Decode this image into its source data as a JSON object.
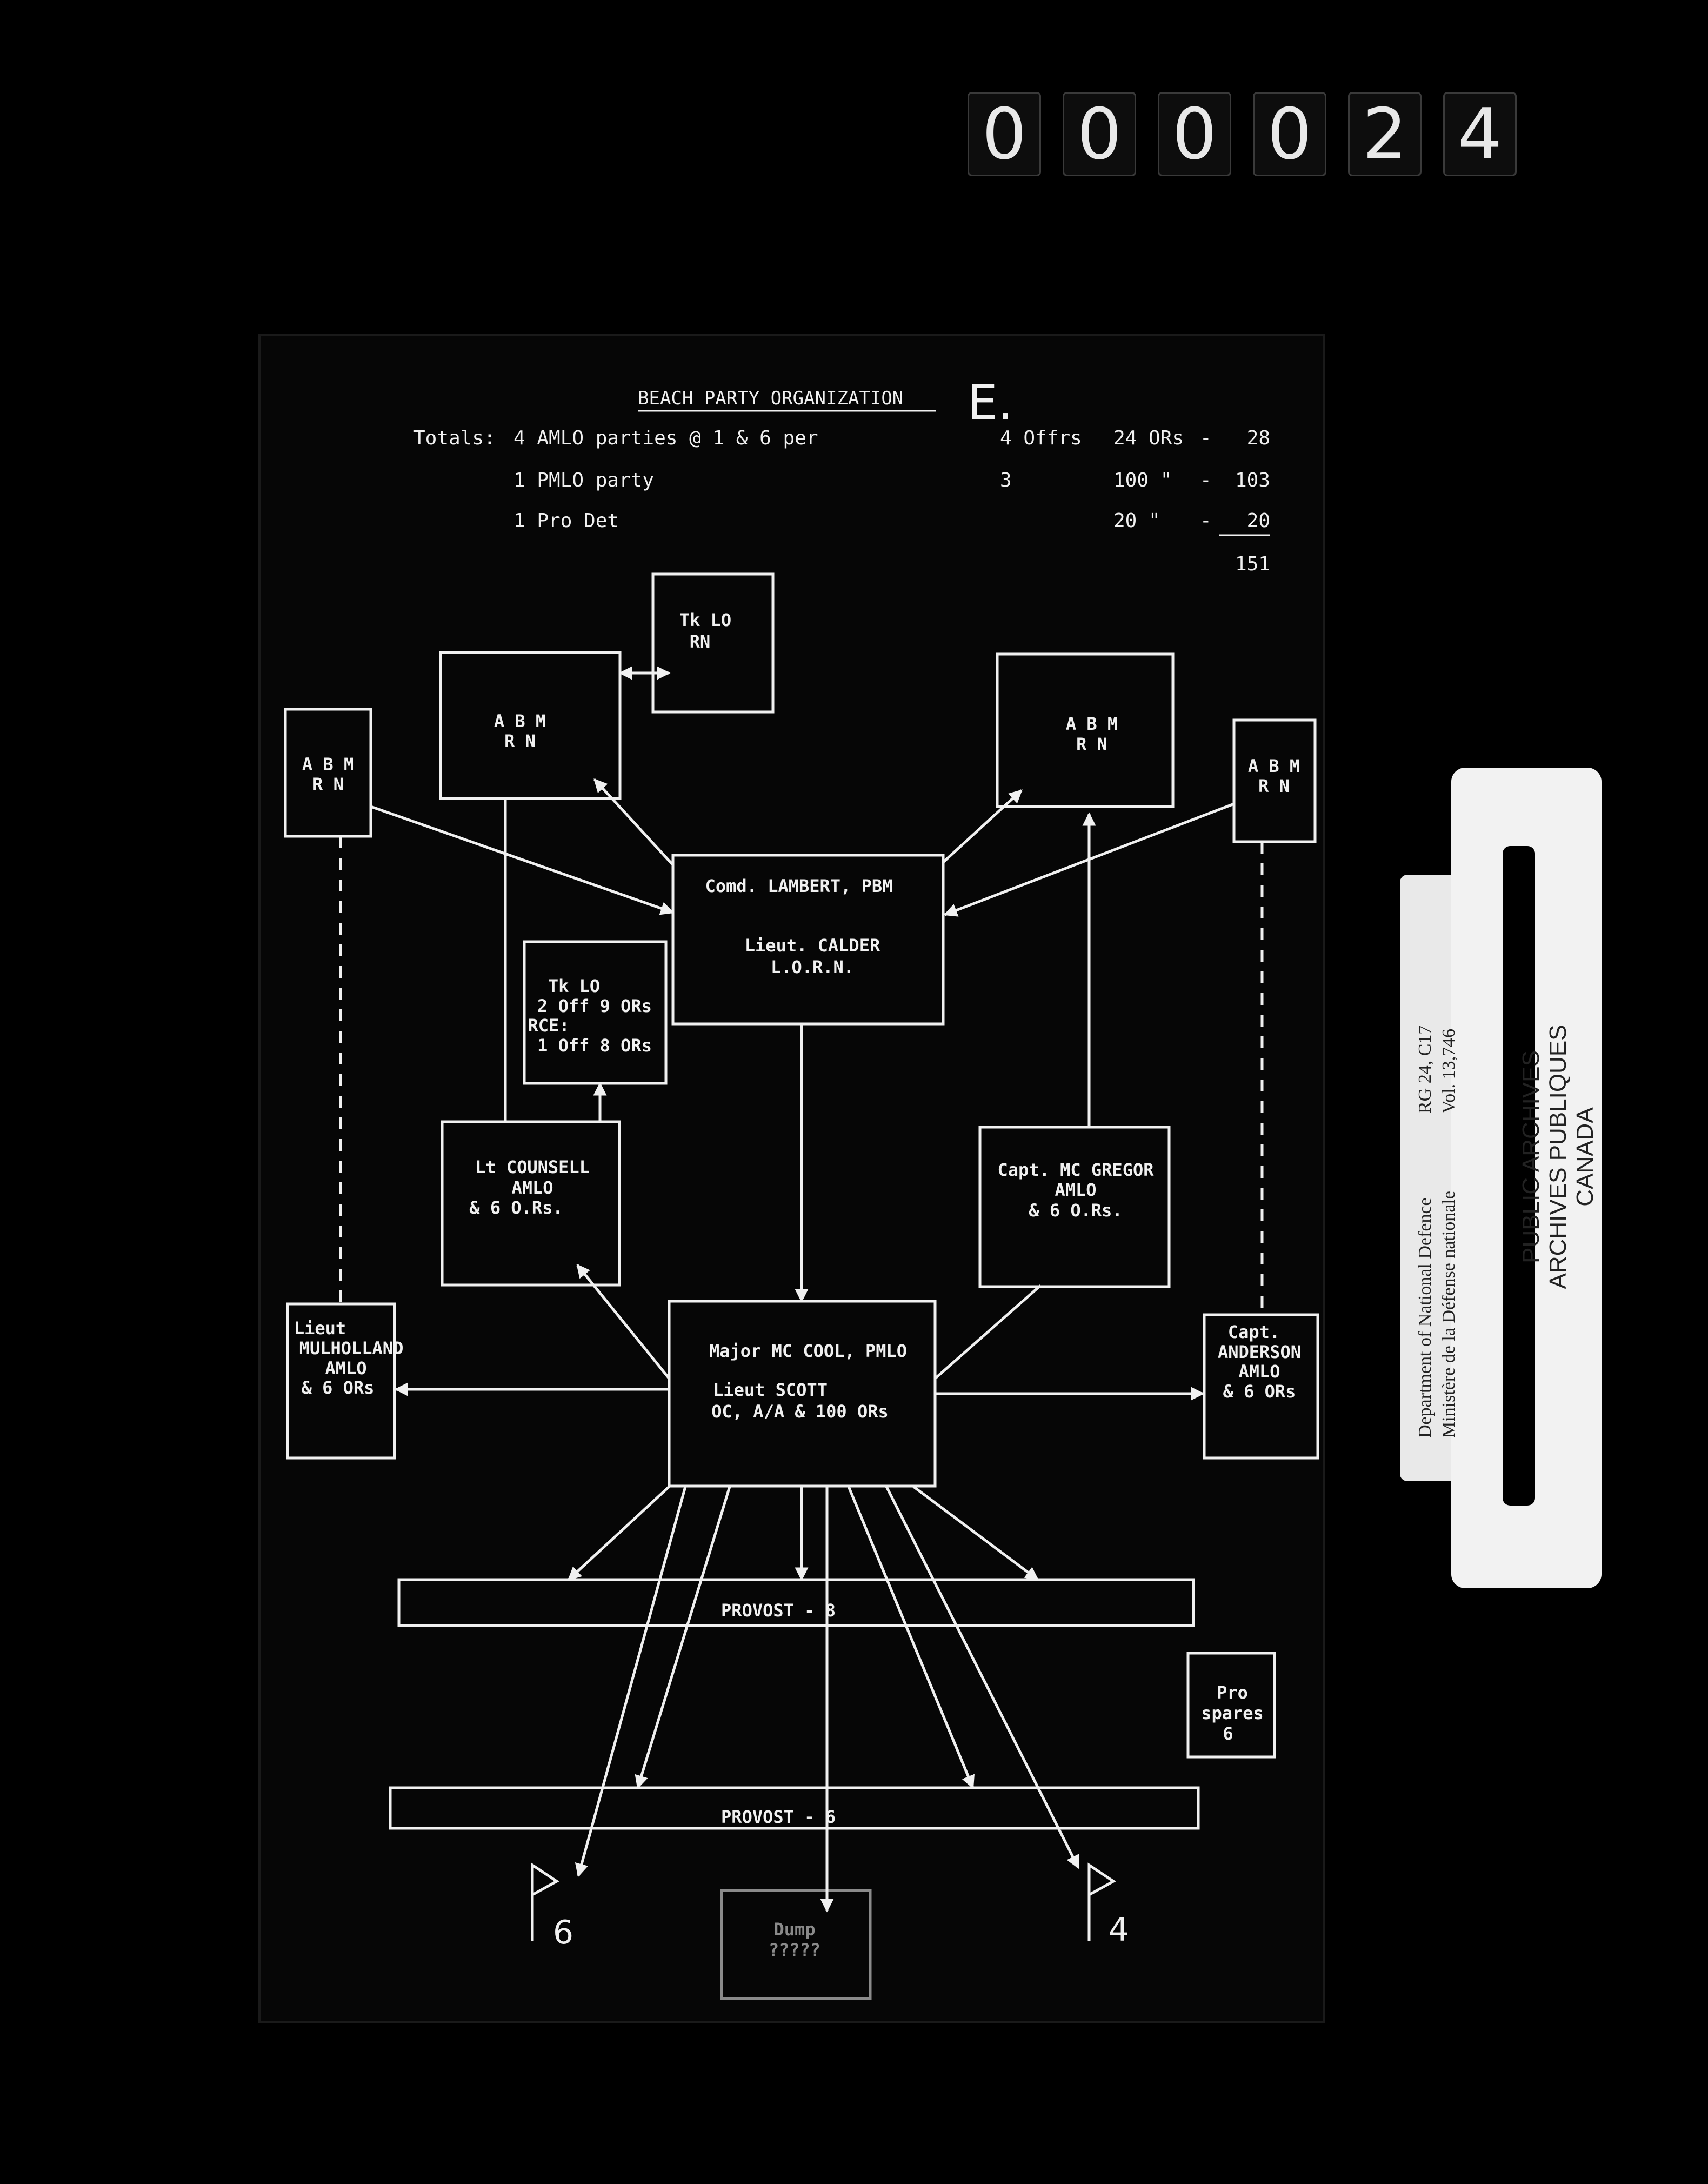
{
  "frame_number": {
    "digits": [
      "0",
      "0",
      "0",
      "0",
      "2",
      "4"
    ]
  },
  "document": {
    "title": "BEACH PARTY ORGANIZATION",
    "annex_mark": "E.",
    "totals": {
      "label": "Totals:",
      "rows": [
        {
          "desc": "4 AMLO parties @ 1 & 6 per",
          "offrs": "4 Offrs",
          "ors": "24 ORs",
          "dash": "-",
          "total": "28"
        },
        {
          "desc": "1 PMLO party",
          "offrs": "3",
          "ors": "100 \"",
          "dash": "-",
          "total": "103"
        },
        {
          "desc": "1 Pro Det",
          "offrs": "",
          "ors": "20 \"",
          "dash": "-",
          "total": "20"
        }
      ],
      "grand_total": "151"
    },
    "nodes": {
      "tk_lo_top": [
        "Tk LO",
        "RN"
      ],
      "abm_left_outer": [
        "A B M",
        "R N"
      ],
      "abm_left": [
        "A B M",
        "R N"
      ],
      "abm_right": [
        "A B M",
        "R N"
      ],
      "abm_right_outer": [
        "A B M",
        "R N"
      ],
      "comd": [
        "Comd. LAMBERT, PBM",
        "",
        "Lieut. CALDER",
        "L.O.R.N."
      ],
      "tk_lo_mid": [
        "Tk LO",
        "2 Off 9 ORs",
        "RCE:",
        "1 Off 8 ORs"
      ],
      "counsell": [
        "Lt COUNSELL",
        "AMLO",
        "& 6 O.Rs."
      ],
      "mcgregor": [
        "Capt. MC GREGOR",
        "AMLO",
        "& 6 O.Rs."
      ],
      "mulholland": [
        "Lieut",
        "MULHOLLAND",
        "AMLO",
        "& 6 ORs"
      ],
      "mccool": [
        "Major MC COOL, PMLO",
        "",
        "Lieut SCOTT",
        "OC, A/A & 100 ORs"
      ],
      "anderson": [
        "Capt.",
        "ANDERSON",
        "AMLO",
        "& 6 ORs"
      ],
      "provost_upper": "PROVOST - 8",
      "provost_lower": "PROVOST - 6",
      "pro_spares": [
        "Pro",
        "spares",
        "6"
      ],
      "bottom_box": [
        "Dump",
        "?????"
      ],
      "flag_left": "6",
      "flag_right": "4"
    }
  },
  "archive_label": {
    "dept_en": "Department of National Defence",
    "dept_fr": "Ministère de la Défense nationale",
    "ref_group": "RG 24, C17",
    "ref_vol": "Vol. 13,746",
    "line1": "PUBLIC ARCHIVES",
    "line2": "ARCHIVES PUBLIQUES",
    "line3": "CANADA"
  },
  "colors": {
    "background": "#000000",
    "sheet": "#060606",
    "chalk": "#f0f0f0",
    "label_card": "#f2f2f2"
  }
}
